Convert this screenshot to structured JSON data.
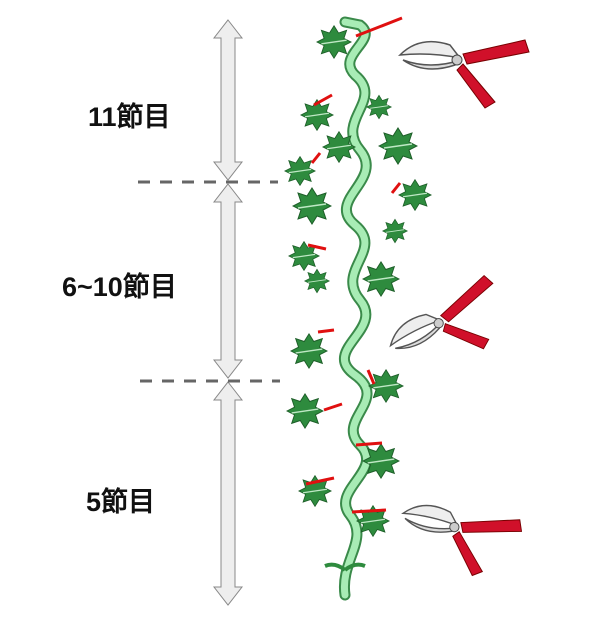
{
  "labels": {
    "top": "11節目",
    "middle": "6~10節目",
    "bottom": "5節目"
  },
  "colors": {
    "leaf": "#2e8b3e",
    "vine": "#8fe0a0",
    "cut_mark": "#e01010",
    "shears_handle": "#d0102a",
    "arrow": "#eeeeee"
  }
}
